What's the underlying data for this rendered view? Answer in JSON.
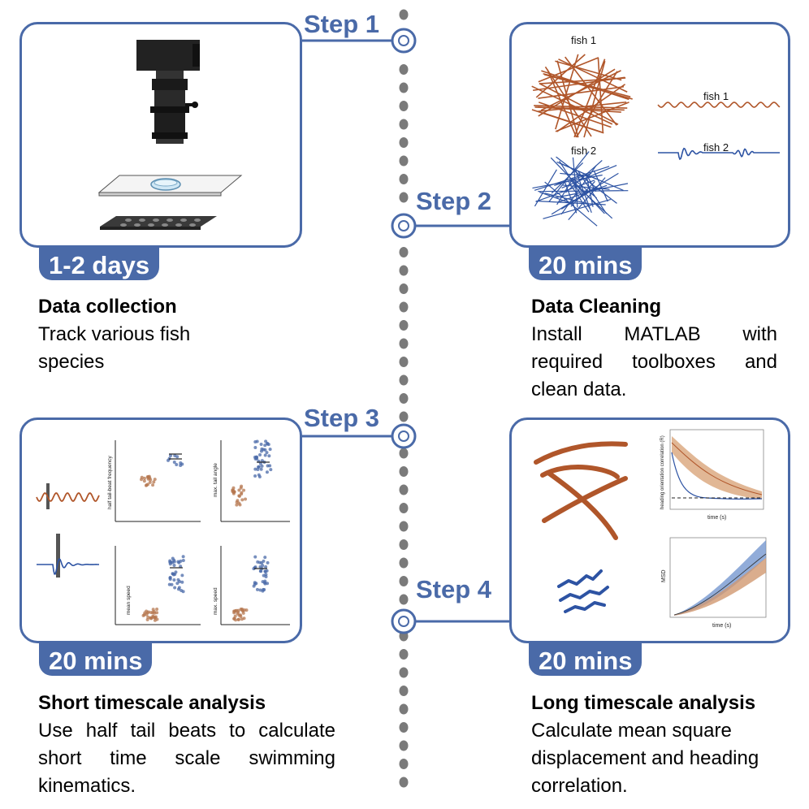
{
  "steps": [
    {
      "label": "Step 1"
    },
    {
      "label": "Step 2"
    },
    {
      "label": "Step 3"
    },
    {
      "label": "Step 4"
    }
  ],
  "panels": [
    {
      "time": "1-2 days",
      "title": "Data collection",
      "description": "Track various fish species"
    },
    {
      "time": "20 mins",
      "title": "Data Cleaning",
      "description": "Install MATLAB with required toolboxes and clean data."
    },
    {
      "time": "20 mins",
      "title": "Short timescale analysis",
      "description": "Use half tail beats to calculate short time scale swimming kinematics."
    },
    {
      "time": "20 mins",
      "title": "Long timescale analysis",
      "description": "Calculate mean square displacement and heading correlation."
    }
  ],
  "figure_labels": {
    "fish1": "fish 1",
    "fish2": "fish 2",
    "half_tail_beat_frequency": "half tail-beat frequency",
    "max_tail_angle": "max. tail angle",
    "mean_speed": "mean speed",
    "max_speed": "max. speed",
    "heading_orientation_correlation": "heading orientation correlation (R)",
    "msd": "MSD",
    "time_s": "time (s)"
  },
  "colors": {
    "accent": "#4a6aa8",
    "fish1": "#b0562a",
    "fish2": "#2d53a3"
  }
}
